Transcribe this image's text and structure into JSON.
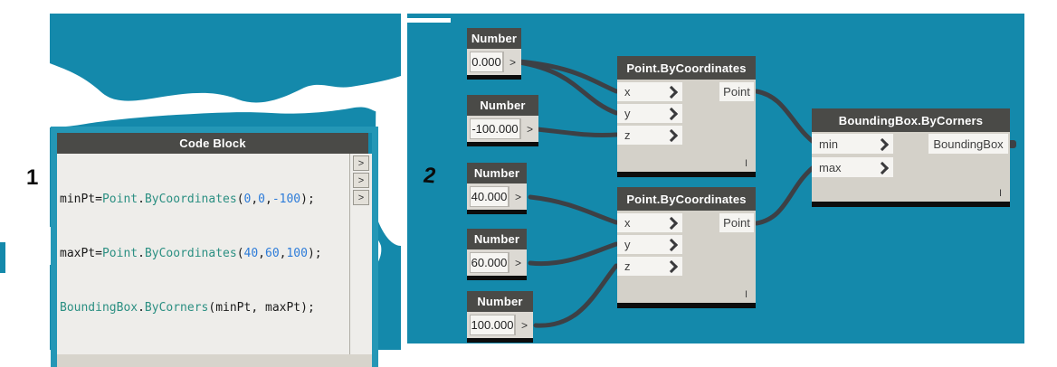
{
  "workspace": {
    "teal": "#1489ab",
    "wire_color": "#3d4045"
  },
  "markers": {
    "step1": "1",
    "step2": "2"
  },
  "code_block": {
    "title": "Code Block",
    "lines": [
      {
        "port": ">",
        "tokens": [
          [
            "minPt=",
            "plain"
          ],
          [
            "Point",
            "type"
          ],
          [
            ".",
            "plain"
          ],
          [
            "ByCoordinates",
            "type"
          ],
          [
            "(",
            "plain"
          ],
          [
            "0",
            "num"
          ],
          [
            ",",
            "plain"
          ],
          [
            "0",
            "num"
          ],
          [
            ",",
            "plain"
          ],
          [
            "-100",
            "num"
          ],
          [
            ");",
            "plain"
          ]
        ]
      },
      {
        "port": ">",
        "tokens": [
          [
            "maxPt=",
            "plain"
          ],
          [
            "Point",
            "type"
          ],
          [
            ".",
            "plain"
          ],
          [
            "ByCoordinates",
            "type"
          ],
          [
            "(",
            "plain"
          ],
          [
            "40",
            "num"
          ],
          [
            ",",
            "plain"
          ],
          [
            "60",
            "num"
          ],
          [
            ",",
            "plain"
          ],
          [
            "100",
            "num"
          ],
          [
            ");",
            "plain"
          ]
        ]
      },
      {
        "port": ">",
        "tokens": [
          [
            "BoundingBox",
            "type"
          ],
          [
            ".",
            "plain"
          ],
          [
            "ByCorners",
            "type"
          ],
          [
            "(minPt, maxPt);",
            "plain"
          ]
        ]
      }
    ]
  },
  "number_nodes": [
    {
      "title": "Number",
      "value": "0.000",
      "port": ">"
    },
    {
      "title": "Number",
      "value": "-100.000",
      "port": ">"
    },
    {
      "title": "Number",
      "value": "40.000",
      "port": ">"
    },
    {
      "title": "Number",
      "value": "60.000",
      "port": ">"
    },
    {
      "title": "Number",
      "value": "100.000",
      "port": ">"
    }
  ],
  "point_node_1": {
    "title": "Point.ByCoordinates",
    "inputs": [
      "x",
      "y",
      "z"
    ],
    "output": "Point",
    "lacing": "I"
  },
  "point_node_2": {
    "title": "Point.ByCoordinates",
    "inputs": [
      "x",
      "y",
      "z"
    ],
    "output": "Point",
    "lacing": "I"
  },
  "bounding_box_node": {
    "title": "BoundingBox.ByCorners",
    "inputs": [
      "min",
      "max"
    ],
    "output": "BoundingBox",
    "lacing": "I"
  },
  "connections": [
    "Number(0.000) -> Point.ByCoordinates#1.x",
    "Number(0.000) -> Point.ByCoordinates#1.y",
    "Number(-100.000) -> Point.ByCoordinates#1.z",
    "Number(40.000) -> Point.ByCoordinates#2.x",
    "Number(60.000) -> Point.ByCoordinates#2.y",
    "Number(100.000) -> Point.ByCoordinates#2.z",
    "Point.ByCoordinates#1.Point -> BoundingBox.ByCorners.min",
    "Point.ByCoordinates#2.Point -> BoundingBox.ByCorners.max"
  ]
}
